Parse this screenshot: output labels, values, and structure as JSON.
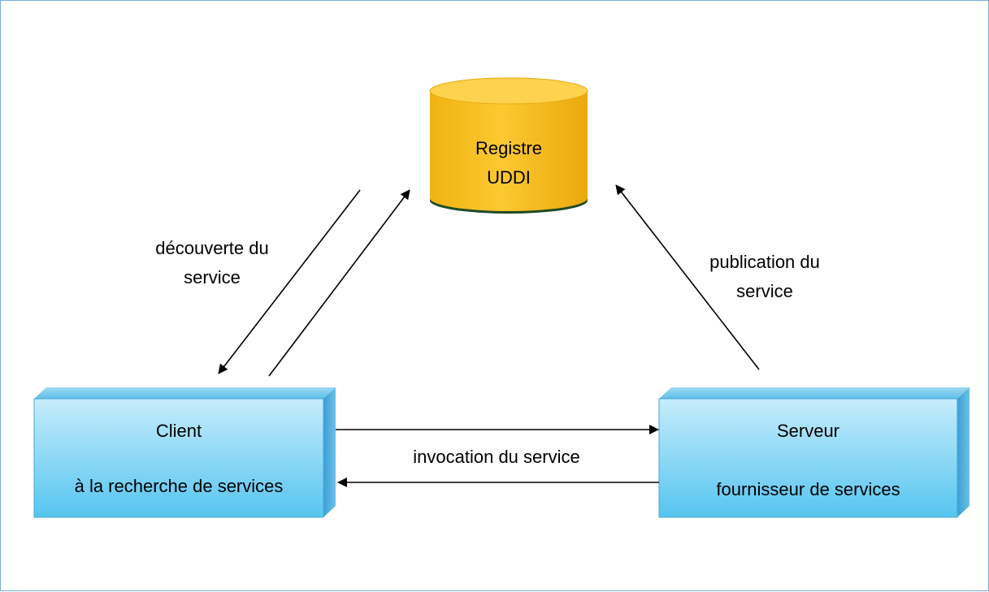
{
  "registry": {
    "line1": "Registre",
    "line2": "UDDI"
  },
  "client": {
    "title": "Client",
    "subtitle": "à la recherche de services"
  },
  "server": {
    "title": "Serveur",
    "subtitle": "fournisseur de services"
  },
  "discovery_label": {
    "line1": "découverte du",
    "line2": "service"
  },
  "publication_label": {
    "line1": "publication du",
    "line2": "service"
  },
  "invocation_label": "invocation du service",
  "colors": {
    "frame_border": "#7aaee0",
    "box_front_top": "#c6ecfb",
    "box_front_bottom": "#56c5f0",
    "box_depth": "#45a9dc",
    "cylinder_body": "#f5bd1f",
    "cylinder_top": "#fcd24e",
    "arrow": "#000000"
  }
}
